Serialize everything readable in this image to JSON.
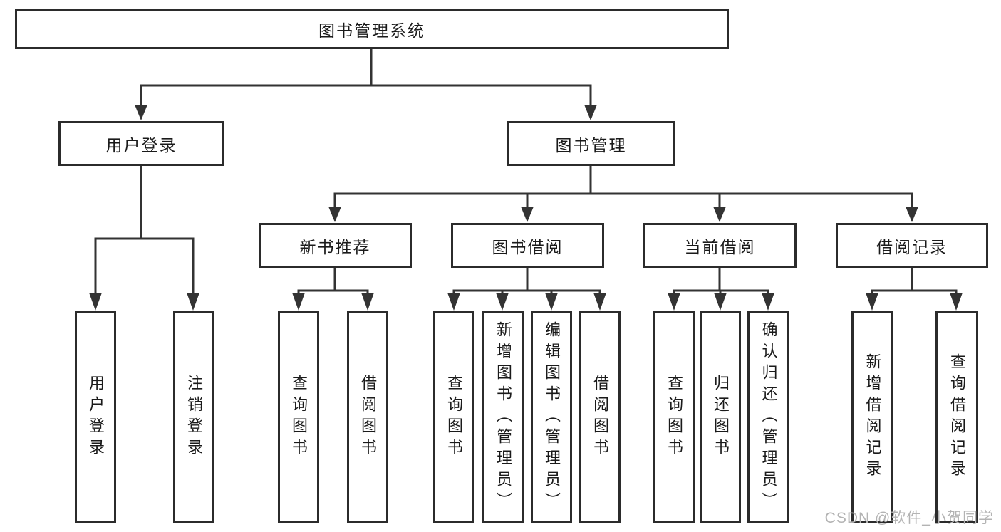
{
  "diagram": {
    "root": {
      "label": "图书管理系统"
    },
    "user_branch": {
      "label": "用户登录",
      "children": [
        {
          "label": "用户登录"
        },
        {
          "label": "注销登录"
        }
      ]
    },
    "book_branch": {
      "label": "图书管理",
      "sections": [
        {
          "label": "新书推荐",
          "children": [
            {
              "label": "查询图书"
            },
            {
              "label": "借阅图书"
            }
          ]
        },
        {
          "label": "图书借阅",
          "children": [
            {
              "label": "查询图书"
            },
            {
              "label": "新增图书（管理员）"
            },
            {
              "label": "编辑图书（管理员）"
            },
            {
              "label": "借阅图书"
            }
          ]
        },
        {
          "label": "当前借阅",
          "children": [
            {
              "label": "查询图书"
            },
            {
              "label": "归还图书"
            },
            {
              "label": "确认归还（管理员）"
            }
          ]
        },
        {
          "label": "借阅记录",
          "children": [
            {
              "label": "新增借阅记录"
            },
            {
              "label": "查询借阅记录"
            }
          ]
        }
      ]
    }
  },
  "watermark": {
    "text": "CSDN @软件_小贺同学"
  },
  "colors": {
    "line": "#333333",
    "box_border": "#2b2b2b",
    "text": "#1a1a1a",
    "watermark": "#b3b3b3",
    "background": "#ffffff"
  }
}
